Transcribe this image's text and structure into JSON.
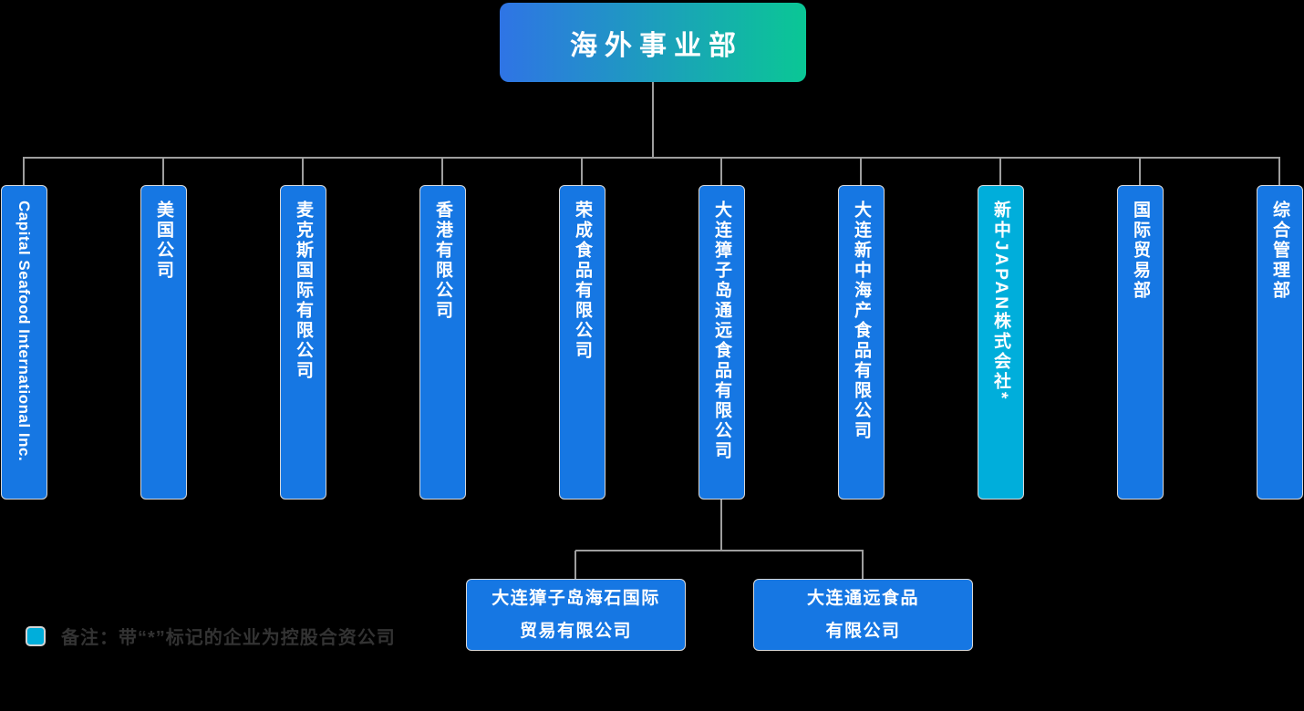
{
  "colors": {
    "background": "#000000",
    "primary_blue": "#1677E3",
    "highlight_teal": "#00AEDB",
    "gradient_left": "#2F74E5",
    "gradient_right": "#0AC795",
    "connector_gray": "#9E9E9E",
    "note_text": "#333333",
    "box_text": "#FFFFFF"
  },
  "org_chart": {
    "root": {
      "label": "海外事业部"
    },
    "units": [
      {
        "label": "Capital Seafood International Inc.",
        "variant": "blue"
      },
      {
        "label": "美国公司",
        "variant": "blue"
      },
      {
        "label": "麦克斯国际有限公司",
        "variant": "blue"
      },
      {
        "label": "香港有限公司",
        "variant": "blue"
      },
      {
        "label": "荣成食品有限公司",
        "variant": "blue"
      },
      {
        "label": "大连獐子岛通远食品有限公司",
        "variant": "blue"
      },
      {
        "label": "大连新中海产食品有限公司",
        "variant": "blue"
      },
      {
        "label": "新中JAPAN株式会社*",
        "variant": "teal"
      },
      {
        "label": "国际贸易部",
        "variant": "blue"
      },
      {
        "label": "综合管理部",
        "variant": "blue"
      }
    ],
    "sub_units": [
      {
        "label": "大连獐子岛海石国际\n贸易有限公司",
        "parent_index": 5
      },
      {
        "label": "大连通远食品\n有限公司",
        "parent_index": 5
      }
    ],
    "note": {
      "text": "备注：带“*”标记的企业为控股合资公司"
    }
  }
}
